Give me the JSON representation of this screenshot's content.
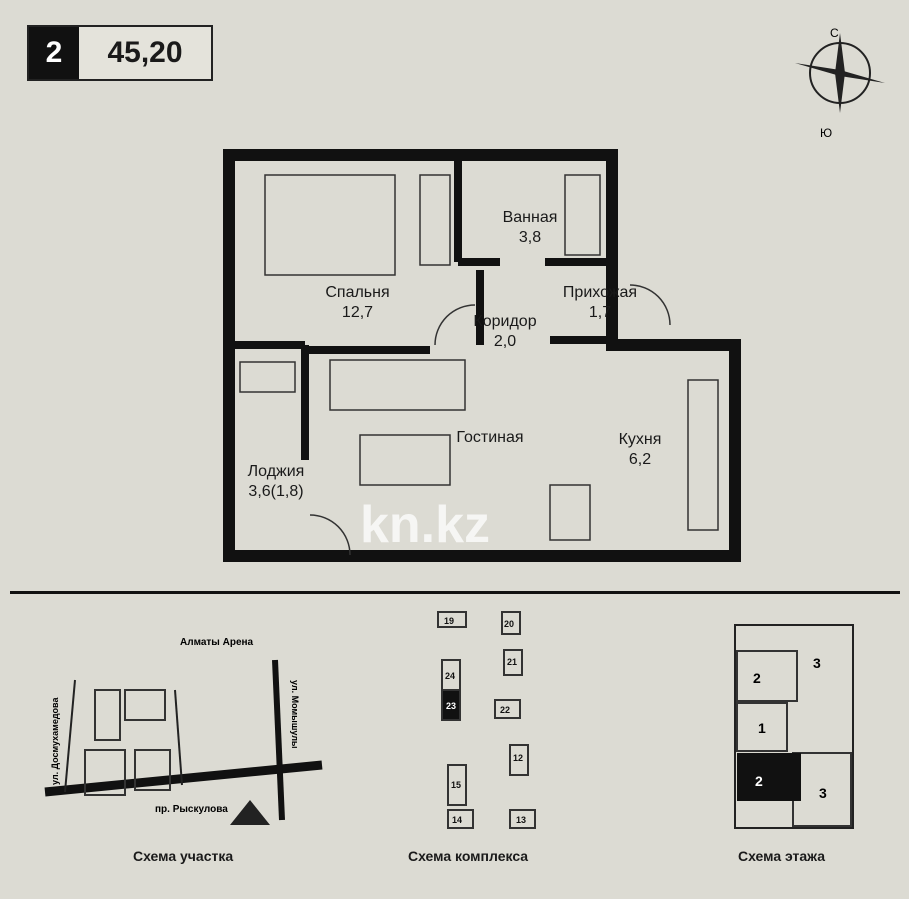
{
  "apartment": {
    "rooms": "2",
    "area": "45,20"
  },
  "compass": {
    "north": "С",
    "south": "Ю"
  },
  "rooms": [
    {
      "name": "Спальня",
      "area": "12,7"
    },
    {
      "name": "Ванная",
      "area": "3,8"
    },
    {
      "name": "Прихожая",
      "area": "1,7"
    },
    {
      "name": "Коридор",
      "area": "2,0"
    },
    {
      "name": "Гостиная",
      "area": ""
    },
    {
      "name": "Кухня",
      "area": "6,2"
    },
    {
      "name": "Лоджия",
      "area": "3,6(1,8)"
    }
  ],
  "watermark": "kn.kz",
  "site": {
    "caption": "Схема участка",
    "landmark": "Алматы Арена",
    "street_left": "ул. Досмухамедова",
    "street_right": "ул. Момышулы",
    "avenue": "пр. Рыскулова"
  },
  "complex": {
    "caption": "Схема комплекса",
    "blocks": [
      "19",
      "20",
      "21",
      "22",
      "23",
      "24",
      "12",
      "13",
      "14",
      "15"
    ],
    "highlighted": "23"
  },
  "floor": {
    "caption": "Схема этажа",
    "units": [
      "2",
      "3",
      "1",
      "2",
      "3"
    ],
    "highlighted": "2"
  }
}
